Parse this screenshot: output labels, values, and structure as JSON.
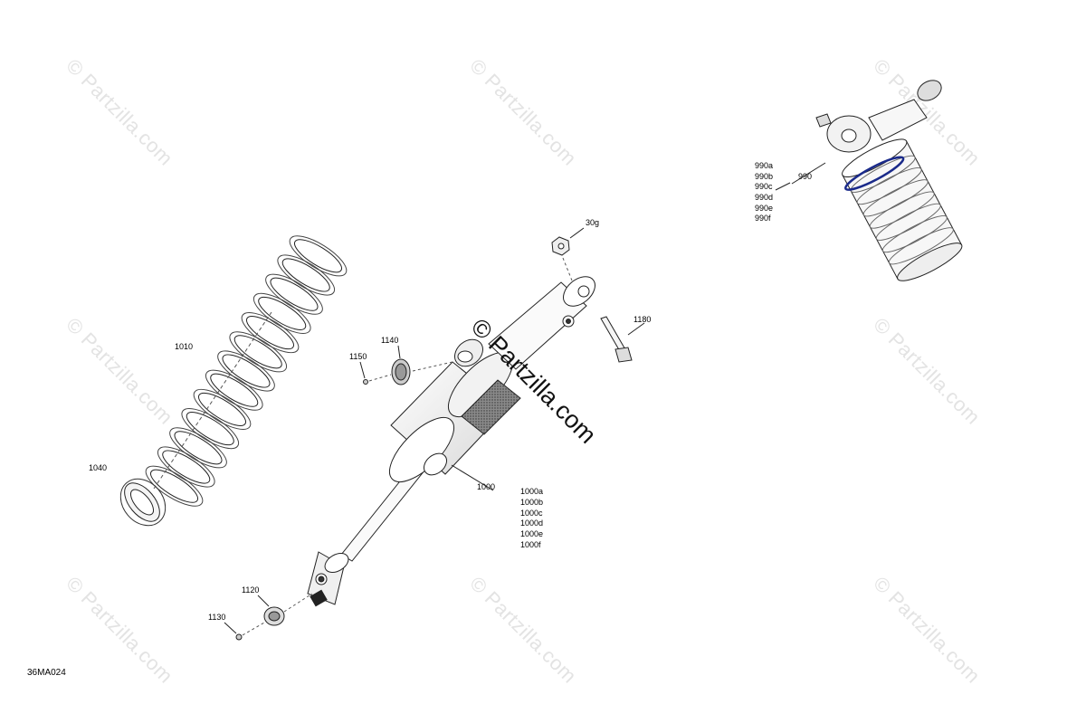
{
  "watermark": {
    "text": "© Partzilla.com"
  },
  "figure_code": "36MA024",
  "callouts": {
    "c990": "990",
    "c990_variants": [
      "990a",
      "990b",
      "990c",
      "990d",
      "990e",
      "990f"
    ],
    "c30g": "30g",
    "c1180": "1180",
    "c1140": "1140",
    "c1150": "1150",
    "c1010": "1010",
    "c1040": "1040",
    "c1000": "1000",
    "c1000_variants": [
      "1000a",
      "1000b",
      "1000c",
      "1000d",
      "1000e",
      "1000f"
    ],
    "c1120": "1120",
    "c1130": "1130"
  }
}
